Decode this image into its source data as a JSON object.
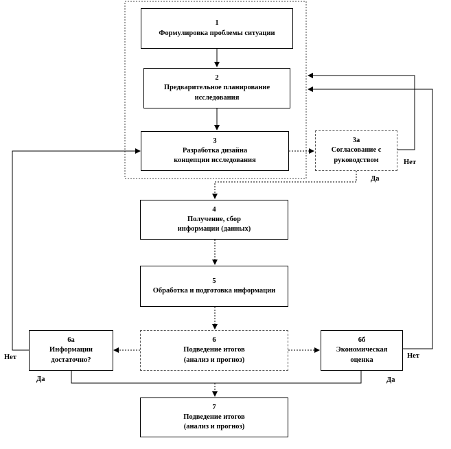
{
  "nodes": {
    "n1": {
      "num": "1",
      "line1": "Формулировка проблемы ситуации",
      "line2": ""
    },
    "n2": {
      "num": "2",
      "line1": "Предварительное  планирование",
      "line2": "исследования"
    },
    "n3": {
      "num": "3",
      "line1": "Разработка дизайна",
      "line2": "концепции исследования"
    },
    "n3a": {
      "num": "3а",
      "line1": "Согласование  с",
      "line2": "руководством"
    },
    "n4": {
      "num": "4",
      "line1": "Получение,  сбор",
      "line2": "информации (данных)"
    },
    "n5": {
      "num": "5",
      "line1": "Обработка и подготовка  информации",
      "line2": ""
    },
    "n6": {
      "num": "6",
      "line1": "Подведение  итогов",
      "line2": "(анализ и прогноз)"
    },
    "n6a": {
      "num": "6а",
      "line1": "Информации",
      "line2": "достаточно?"
    },
    "n6b": {
      "num": "6б",
      "line1": "Экономическая",
      "line2": "оценка"
    },
    "n7": {
      "num": "7",
      "line1": "Подведение  итогов",
      "line2": "(анализ и прогноз)"
    }
  },
  "edge_labels": {
    "no_3a": "Нет",
    "yes_3a": "Да",
    "no_6a": "Нет",
    "yes_6a": "Да",
    "no_6b": "Нет",
    "yes_6b": "Да"
  }
}
